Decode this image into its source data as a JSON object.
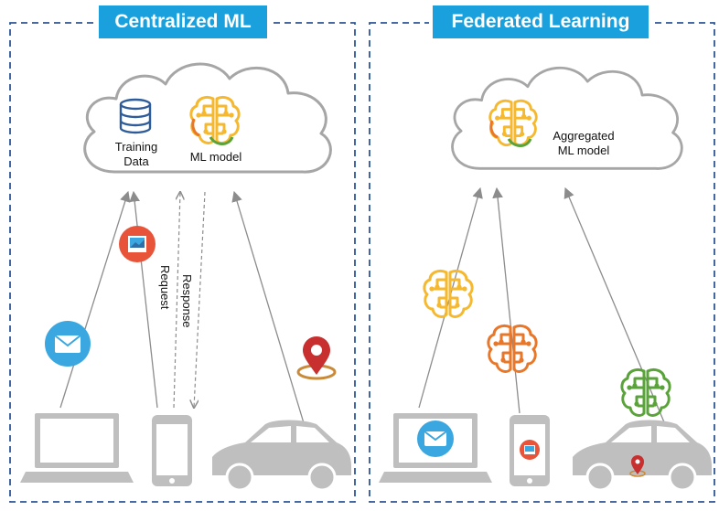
{
  "panels": {
    "left": {
      "title": "Centralized ML",
      "training_data_label": "Training\nData",
      "model_label": "ML model",
      "request_label": "Request",
      "response_label": "Response"
    },
    "right": {
      "title": "Federated Learning",
      "model_label": "Aggregated\nML model"
    }
  },
  "colors": {
    "title_bg": "#1aa0dc",
    "frame": "#2f5597",
    "cloud_stroke": "#a6a6a6",
    "device_gray": "#bfbfbf",
    "arrow": "#8c8c8c",
    "brain_yellow": "#f5b82e",
    "brain_orange": "#e8772a",
    "brain_green": "#5aa33a",
    "mail_blue": "#3aa7e0",
    "photo_red": "#e8543a",
    "pin_red": "#c8302f"
  },
  "icons": [
    "database-icon",
    "brain-icon",
    "email-icon",
    "photo-icon",
    "location-pin-icon",
    "laptop-icon",
    "smartphone-icon",
    "car-icon"
  ]
}
